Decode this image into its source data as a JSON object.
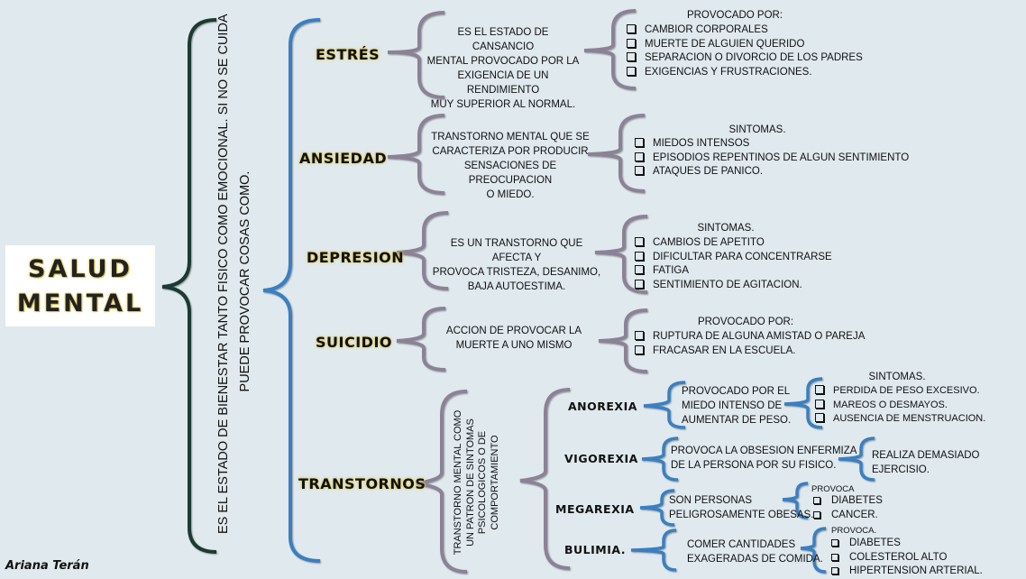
{
  "title": [
    "SALUD",
    "MENTAL"
  ],
  "definition": [
    "ES EL ESTADO DE BIENESTAR TANTO FISICO COMO EMOCIONAL. SI NO SE CUIDA",
    "PUEDE PROVOCAR COSAS COMO."
  ],
  "author": "Ariana Terán",
  "topics": {
    "estres": {
      "label": "ESTRÉS",
      "desc": [
        "ES EL ESTADO DE CANSANCIO",
        "MENTAL PROVOCADO POR LA",
        "EXIGENCIA DE UN RENDIMIENTO",
        "MUY SUPERIOR AL NORMAL."
      ],
      "header": "PROVOCADO POR:",
      "items": [
        "CAMBIOR CORPORALES",
        "MUERTE DE ALGUIEN QUERIDO",
        "SEPARACION O DIVORCIO DE LOS PADRES",
        "EXIGENCIAS Y FRUSTRACIONES."
      ]
    },
    "ansiedad": {
      "label": "ANSIEDAD",
      "desc": [
        "TRANSTORNO MENTAL QUE SE",
        "CARACTERIZA POR PRODUCIR",
        "SENSACIONES DE PREOCUPACION",
        "O MIEDO."
      ],
      "header": "SINTOMAS.",
      "items": [
        "MIEDOS INTENSOS",
        "EPISODIOS REPENTINOS DE ALGUN SENTIMIENTO",
        "ATAQUES DE PANICO."
      ]
    },
    "depresion": {
      "label": "DEPRESION",
      "desc": [
        "ES UN TRANSTORNO QUE AFECTA Y",
        "PROVOCA TRISTEZA, DESANIMO,",
        "BAJA AUTOESTIMA."
      ],
      "header": "SINTOMAS.",
      "items": [
        "CAMBIOS DE APETITO",
        "DIFICULTAR PARA CONCENTRARSE",
        "FATIGA",
        "SENTIMIENTO DE AGITACION."
      ]
    },
    "suicidio": {
      "label": "SUICIDIO",
      "desc": [
        "ACCION DE PROVOCAR LA",
        "MUERTE A UNO MISMO"
      ],
      "header": "PROVOCADO POR:",
      "items": [
        "RUPTURA DE ALGUNA AMISTAD O PAREJA",
        "FRACASAR EN LA ESCUELA."
      ]
    },
    "transtornos": {
      "label": "TRANSTORNOS",
      "desc": [
        "TRANSTORNO MENTAL COMO",
        "UN PATRON DE SINTOMAS",
        "PSICOLOGICOS O DE",
        "COMPORTAMIENTO"
      ],
      "anorexia": {
        "label": "ANOREXIA",
        "desc": [
          "PROVOCADO POR EL",
          "MIEDO INTENSO DE",
          "AUMENTAR DE PESO."
        ],
        "header": "SINTOMAS.",
        "items": [
          "PERDIDA DE PESO EXCESIVO.",
          "MAREOS O DESMAYOS.",
          "AUSENCIA DE MENSTRUACION."
        ]
      },
      "vigorexia": {
        "label": "VIGOREXIA",
        "desc": [
          "PROVOCA LA OBSESION ENFERMIZA",
          "DE LA PERSONA POR SU FISICO."
        ],
        "result": [
          "REALIZA DEMASIADO",
          "EJERCISIO."
        ]
      },
      "megarexia": {
        "label": "MEGAREXIA",
        "desc": [
          "SON PERSONAS",
          "PELIGROSAMENTE OBESAS."
        ],
        "header": "PROVOCA",
        "items": [
          "DIABETES",
          "CANCER."
        ]
      },
      "bulimia": {
        "label": "BULIMIA.",
        "desc": [
          "COMER CANTIDADES",
          "EXAGERADAS DE COMIDA."
        ],
        "header": "PROVOCA.",
        "items": [
          "DIABETES",
          "COLESTEROL ALTO",
          "HIPERTENSION ARTERIAL."
        ]
      }
    }
  },
  "colors": {
    "background": "#dfe9ee",
    "bracket_dark": "#1f3a33",
    "bracket_blue": "#3b7fc0",
    "bracket_gray": "#8c8296",
    "topic_glow": "#e2cc55"
  }
}
